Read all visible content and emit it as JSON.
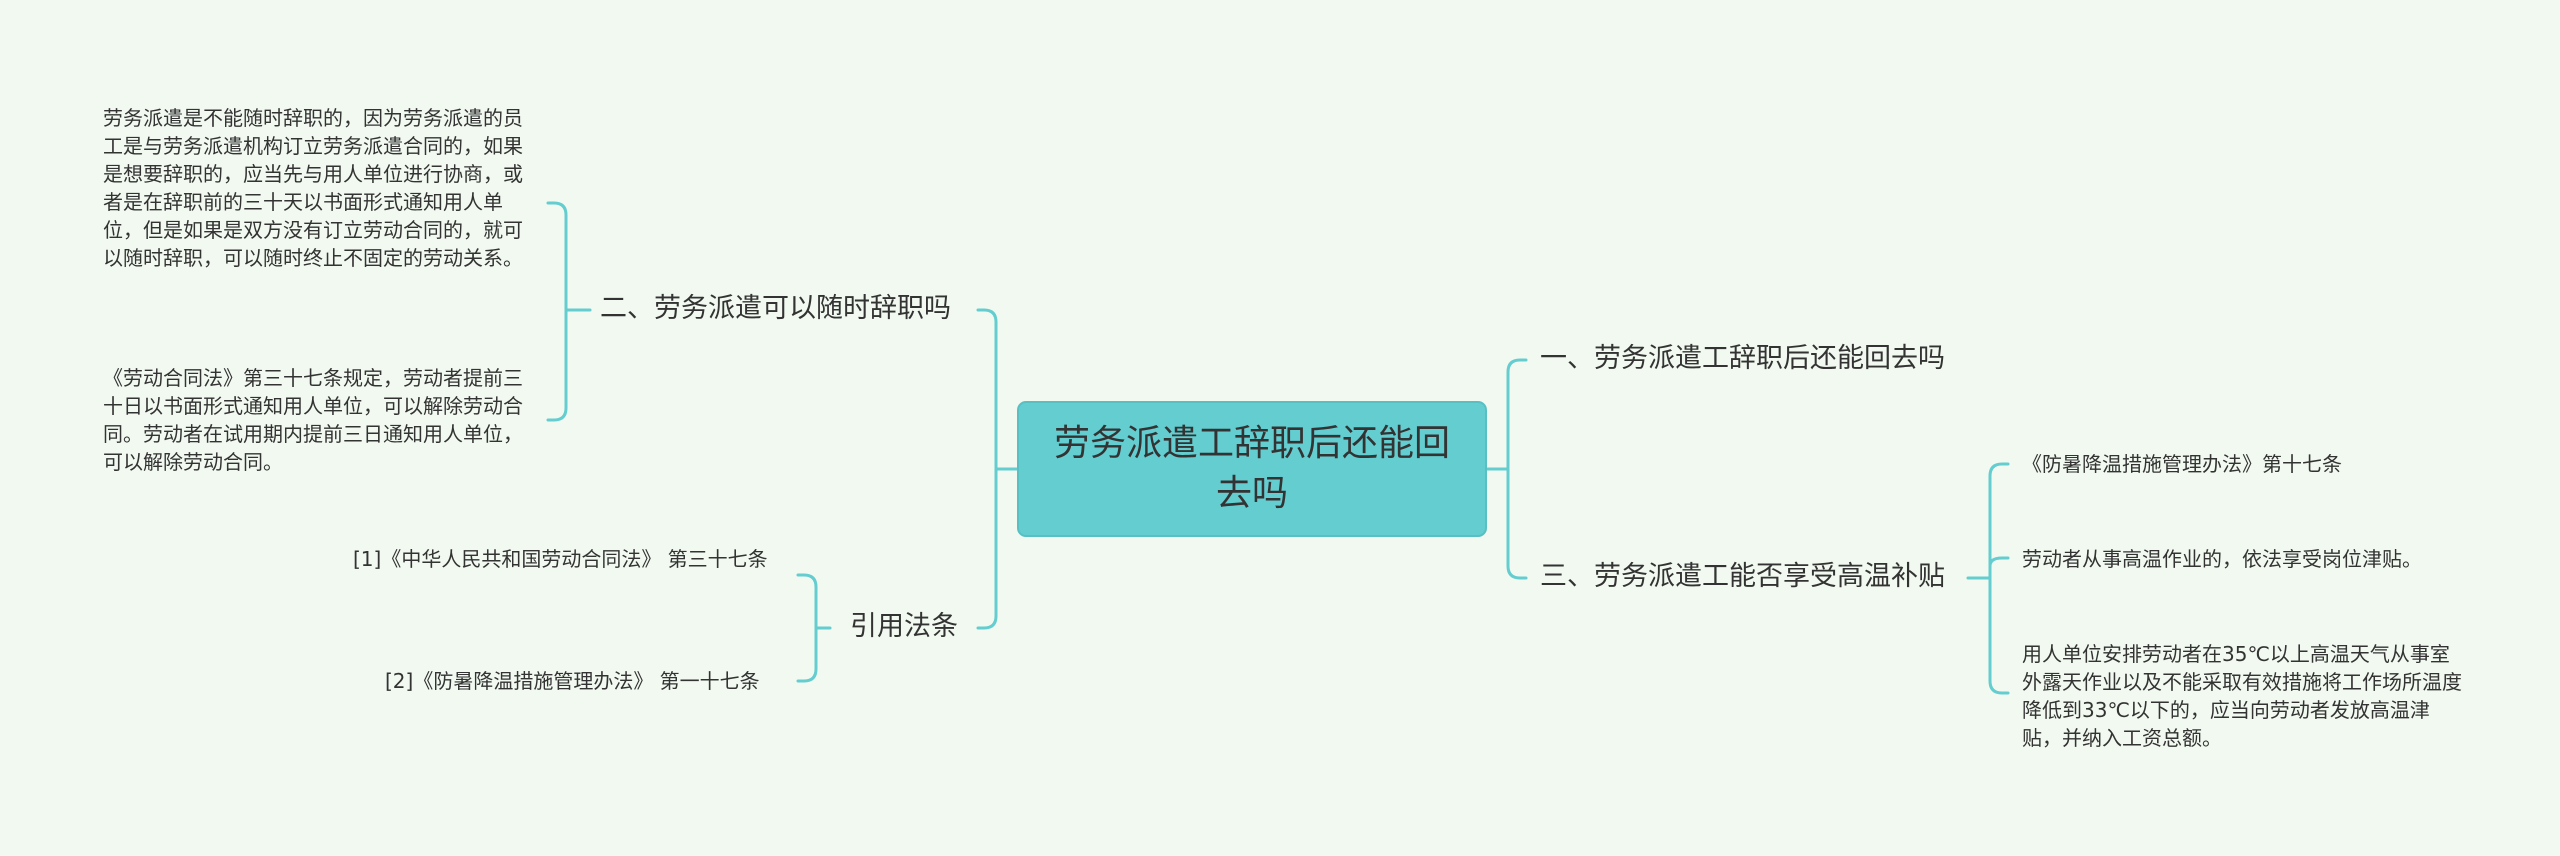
{
  "center": {
    "title": "劳务派遣工辞职后还能回去吗"
  },
  "branches": {
    "b1": {
      "label": "二、劳务派遣可以随时辞职吗",
      "leaves": [
        "劳务派遣是不能随时辞职的，因为劳务派遣的员工是与劳务派遣机构订立劳务派遣合同的，如果是想要辞职的，应当先与用人单位进行协商，或者是在辞职前的三十天以书面形式通知用人单位，但是如果是双方没有订立劳动合同的，就可以随时辞职，可以随时终止不固定的劳动关系。",
        "《劳动合同法》第三十七条规定，劳动者提前三十日以书面形式通知用人单位，可以解除劳动合同。劳动者在试用期内提前三日通知用人单位，可以解除劳动合同。"
      ]
    },
    "b2": {
      "label": "引用法条",
      "leaves": [
        "[1]《中华人民共和国劳动合同法》 第三十七条",
        "[2]《防暑降温措施管理办法》 第一十七条"
      ]
    },
    "b3": {
      "label": "一、劳务派遣工辞职后还能回去吗"
    },
    "b4": {
      "label": "三、劳务派遣工能否享受高温补贴",
      "leaves": [
        "《防暑降温措施管理办法》第十七条",
        "劳动者从事高温作业的，依法享受岗位津贴。",
        "用人单位安排劳动者在35℃以上高温天气从事室外露天作业以及不能采取有效措施将工作场所温度降低到33℃以下的，应当向劳动者发放高温津贴，并纳入工资总额。"
      ]
    }
  },
  "colors": {
    "background": "#f1f9f0",
    "center_fill": "#63cdd0",
    "connector": "#63cdd0",
    "text": "#333333"
  }
}
